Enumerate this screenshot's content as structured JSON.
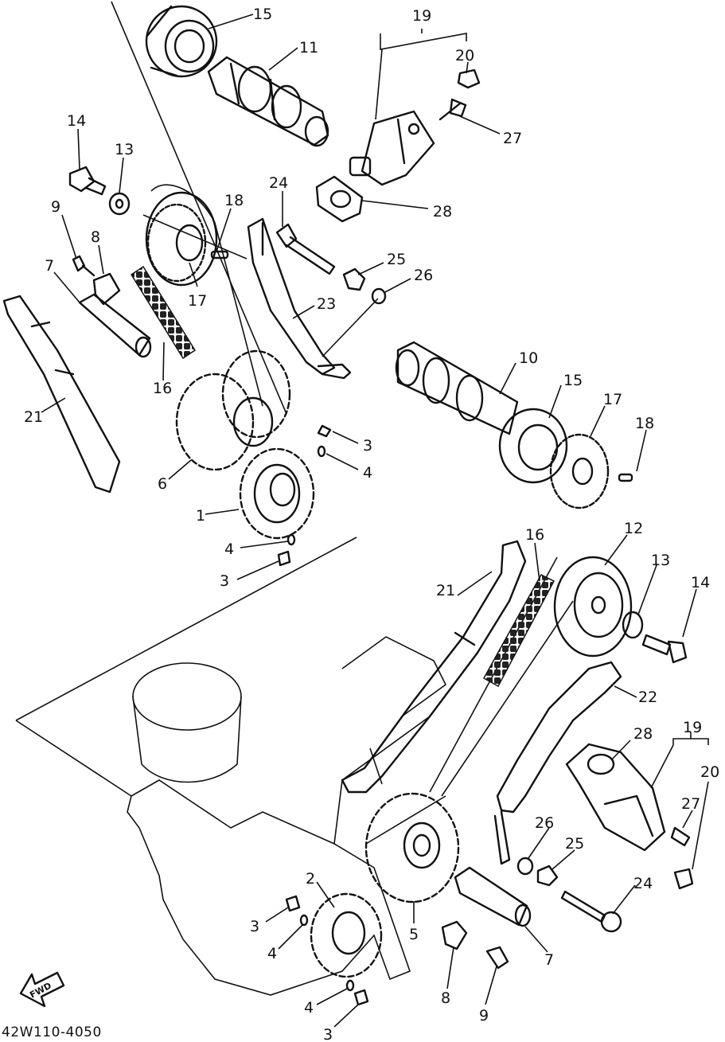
{
  "diagram": {
    "drawing_code": "42W110-4050",
    "fwd_label": "FWD",
    "callouts": [
      "15",
      "11",
      "19",
      "20",
      "27",
      "28",
      "14",
      "13",
      "9",
      "8",
      "7",
      "18",
      "17",
      "24",
      "25",
      "26",
      "23",
      "16",
      "21",
      "10",
      "15",
      "17",
      "18",
      "3",
      "4",
      "6",
      "1",
      "4",
      "3",
      "12",
      "13",
      "14",
      "16",
      "21",
      "22",
      "19",
      "28",
      "20",
      "27",
      "26",
      "25",
      "24",
      "2",
      "3",
      "4",
      "5",
      "7",
      "8",
      "9",
      "4",
      "3"
    ]
  }
}
